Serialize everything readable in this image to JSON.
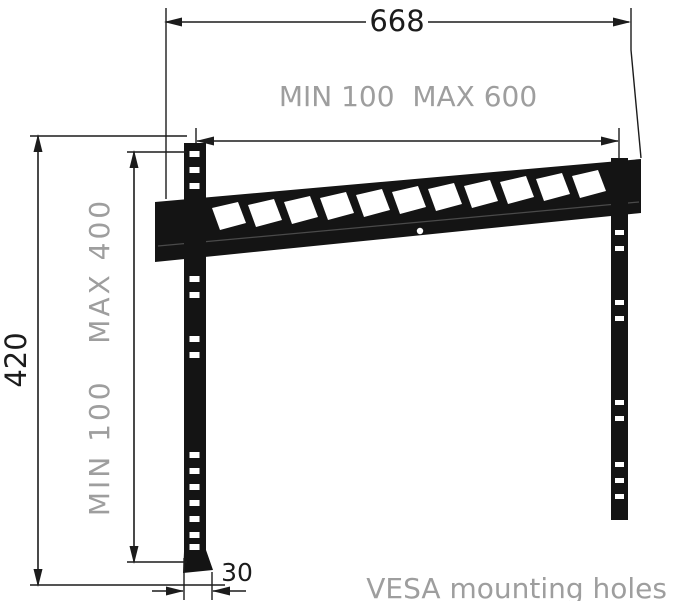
{
  "diagram": {
    "caption": "VESA mounting holes",
    "dim_overall_width": "668",
    "dim_horizontal_range": "MIN 100  MAX 600",
    "dim_overall_height": "420",
    "dim_vertical_range": "MIN 100   MAX 400",
    "dim_foot_width": "30"
  },
  "colors": {
    "line": "#1c1c1c",
    "bracket": "#141414",
    "muted_text": "#9e9e9e",
    "background": "#ffffff"
  }
}
